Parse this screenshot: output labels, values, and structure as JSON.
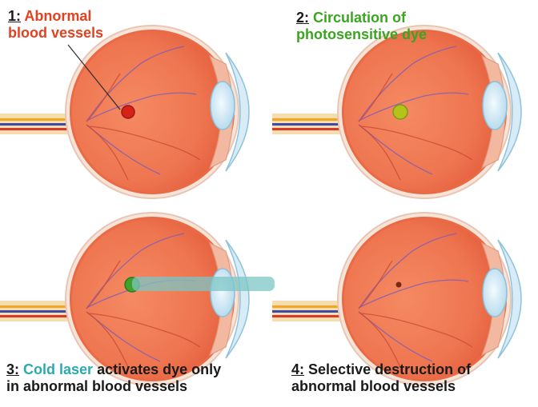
{
  "colors": {
    "red": "#e3411f",
    "green": "#3aa520",
    "teal": "#29aab0",
    "dark": "#1a1a1a"
  },
  "panels": [
    {
      "id": 1,
      "number": "1:",
      "lines": [
        [
          {
            "text": "Abnormal",
            "color": "red"
          }
        ],
        [
          {
            "text": "blood vessels",
            "color": "red"
          }
        ]
      ],
      "lesion": "red",
      "laser": false
    },
    {
      "id": 2,
      "number": "2:",
      "lines": [
        [
          {
            "text": "Circulation of",
            "color": "green"
          }
        ],
        [
          {
            "text": "photosensitive dye",
            "color": "green"
          }
        ]
      ],
      "lesion": "green-yellow",
      "laser": false
    },
    {
      "id": 3,
      "number": "3:",
      "lines": [
        [
          {
            "text": "Cold laser",
            "color": "teal"
          },
          {
            "text": " activates dye only",
            "color": "dark"
          }
        ],
        [
          {
            "text": "in abnormal blood vessels",
            "color": "dark"
          }
        ]
      ],
      "lesion": "green",
      "laser": true
    },
    {
      "id": 4,
      "number": "4:",
      "lines": [
        [
          {
            "text": "Selective destruction of",
            "color": "dark"
          }
        ],
        [
          {
            "text": "abnormal blood vessels",
            "color": "dark"
          }
        ]
      ],
      "lesion": "scar",
      "laser": false
    }
  ]
}
